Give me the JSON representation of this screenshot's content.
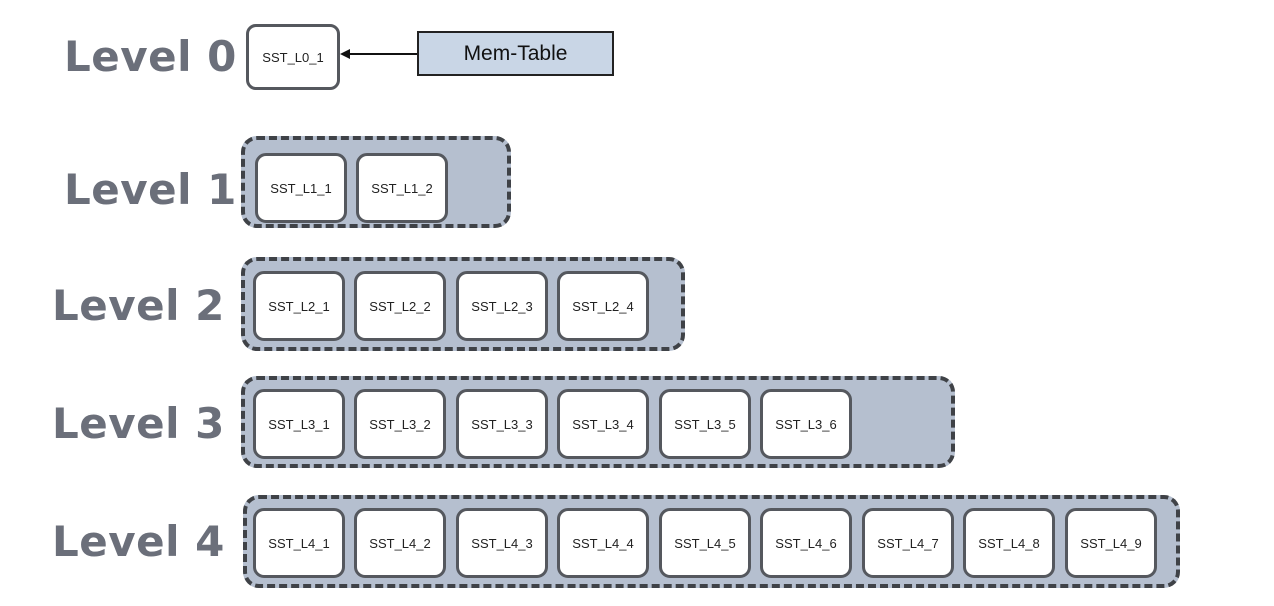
{
  "levels": [
    {
      "label": "Level 0",
      "tables": [
        "SST_L0_1"
      ]
    },
    {
      "label": "Level 1",
      "tables": [
        "SST_L1_1",
        "SST_L1_2"
      ]
    },
    {
      "label": "Level 2",
      "tables": [
        "SST_L2_1",
        "SST_L2_2",
        "SST_L2_3",
        "SST_L2_4"
      ]
    },
    {
      "label": "Level 3",
      "tables": [
        "SST_L3_1",
        "SST_L3_2",
        "SST_L3_3",
        "SST_L3_4",
        "SST_L3_5",
        "SST_L3_6"
      ]
    },
    {
      "label": "Level 4",
      "tables": [
        "SST_L4_1",
        "SST_L4_2",
        "SST_L4_3",
        "SST_L4_4",
        "SST_L4_5",
        "SST_L4_6",
        "SST_L4_7",
        "SST_L4_8",
        "SST_L4_9"
      ]
    }
  ],
  "memtable": {
    "label": "Mem-Table"
  },
  "colors": {
    "group_fill": "#b5bfcf",
    "group_border": "#3f4247",
    "memtable_fill": "#c9d6e6",
    "label_text": "#6b6f7a"
  }
}
